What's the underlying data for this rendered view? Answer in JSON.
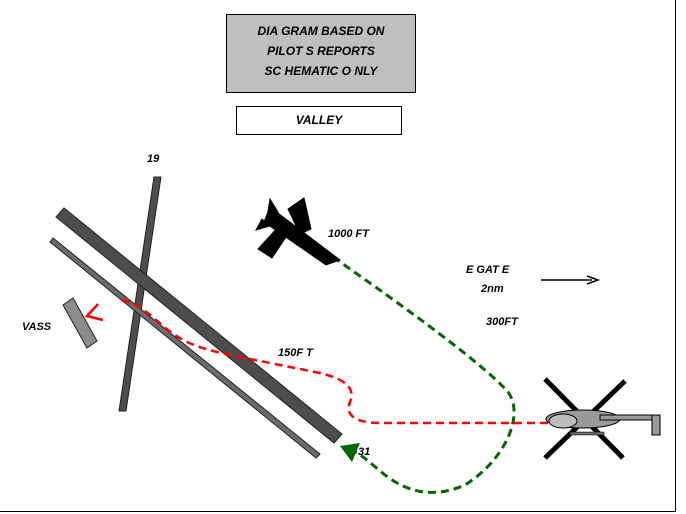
{
  "header": {
    "title_lines": [
      "DIA GRAM BASED ON",
      "PILOT S REPORTS",
      "SC HEMATIC O NLY"
    ],
    "location": "VALLEY"
  },
  "labels": {
    "runway_19": "19",
    "runway_31": "31",
    "vass": "VASS",
    "aircraft_altitude": "1000 FT",
    "helicopter_altitude": "150F T",
    "egate_line1": "E GAT E",
    "egate_line2": "2nm",
    "egate_altitude": "300FT"
  },
  "colors": {
    "runway": "#4d4d4d",
    "runway_dark": "#3a3a3a",
    "helicopter_track": "#ff0000",
    "aircraft_track": "#006600",
    "header_fill": "#bfbfbf"
  },
  "icons": [
    "jet-aircraft-icon",
    "helicopter-icon",
    "arrow-right-icon"
  ]
}
